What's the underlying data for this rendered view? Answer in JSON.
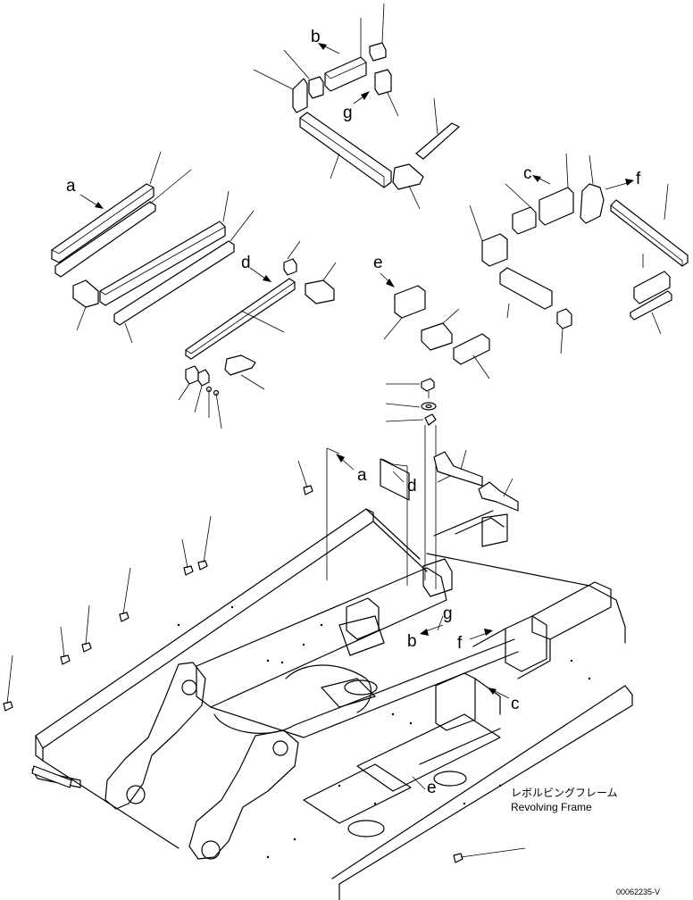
{
  "callouts": {
    "a": "a",
    "b": "b",
    "c": "c",
    "d": "d",
    "e": "e",
    "f": "f",
    "g": "g"
  },
  "assembly_label_jp": "レボルビングフレーム",
  "assembly_label_en": "Revolving Frame",
  "drawing_number": "00062235-V"
}
